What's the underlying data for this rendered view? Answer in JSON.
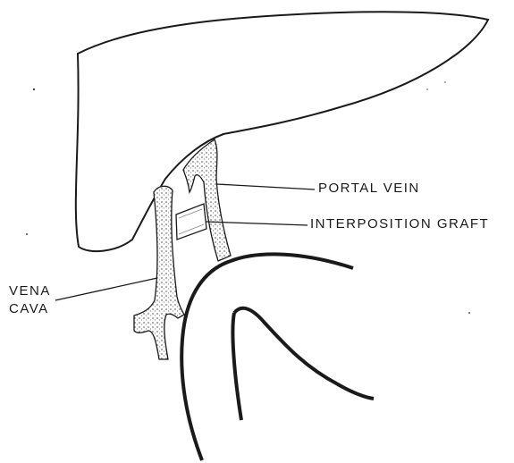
{
  "labels": {
    "portal_vein": "PORTAL  VEIN",
    "interposition_graft": "INTERPOSITION  GRAFT",
    "vena_cava_line1": "VENA",
    "vena_cava_line2": "CAVA"
  },
  "colors": {
    "ink": "#1a1a1a",
    "stipple": "#6b6b6b",
    "background": "#ffffff"
  }
}
